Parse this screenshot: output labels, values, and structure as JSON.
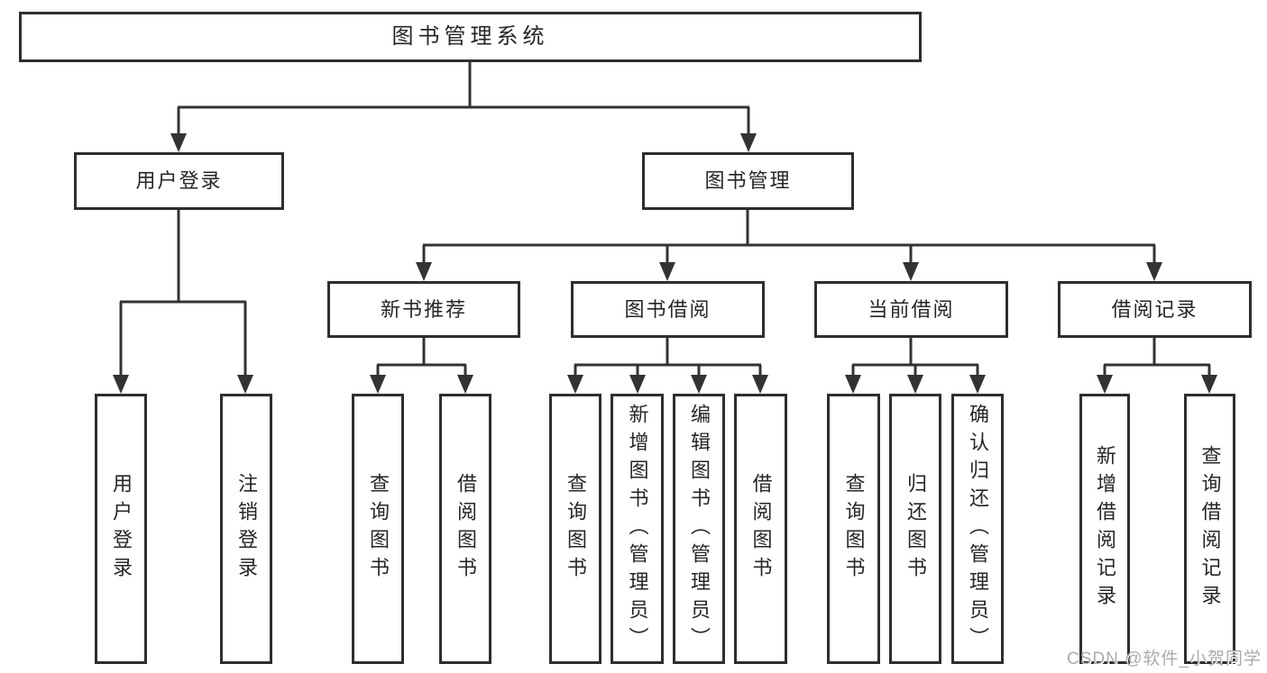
{
  "diagram": {
    "root": {
      "label": "图书管理系统"
    },
    "level2": [
      {
        "label": "用户登录"
      },
      {
        "label": "图书管理"
      }
    ],
    "level3": [
      {
        "label": "新书推荐"
      },
      {
        "label": "图书借阅"
      },
      {
        "label": "当前借阅"
      },
      {
        "label": "借阅记录"
      }
    ],
    "leaves": [
      {
        "label": "用户登录"
      },
      {
        "label": "注销登录"
      },
      {
        "label": "查询图书"
      },
      {
        "label": "借阅图书"
      },
      {
        "label": "查询图书"
      },
      {
        "label": "新增图书（管理员）"
      },
      {
        "label": "编辑图书（管理员）"
      },
      {
        "label": "借阅图书"
      },
      {
        "label": "查询图书"
      },
      {
        "label": "归还图书"
      },
      {
        "label": "确认归还（管理员）"
      },
      {
        "label": "新增借阅记录"
      },
      {
        "label": "查询借阅记录"
      }
    ]
  },
  "watermark": {
    "text": "CSDN @软件_小贺同学"
  },
  "colors": {
    "line": "#333333",
    "border": "#2e2e2e",
    "text": "#262626",
    "watermark": "#ababab",
    "background": "#ffffff"
  }
}
